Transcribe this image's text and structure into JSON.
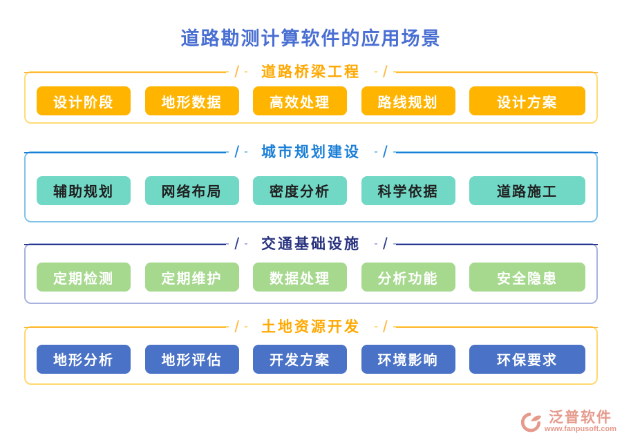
{
  "page": {
    "title": "道路勘测计算软件的应用场景"
  },
  "theme": {
    "title_color": "#4a6fd3",
    "watermark_color": "#e59a8c",
    "background": "#ffffff"
  },
  "decor": {
    "slash": "/"
  },
  "sections": [
    {
      "label": "道路桥梁工程",
      "items": [
        "设计阶段",
        "地形数据",
        "高效处理",
        "路线规划",
        "设计方案"
      ],
      "colors": {
        "label": "#ffa800",
        "line": "#ffb83c",
        "border": "#ffdc78",
        "button": "#ffb400",
        "button_text": "#ffffff"
      }
    },
    {
      "label": "城市规划建设",
      "items": [
        "辅助规划",
        "网络布局",
        "密度分析",
        "科学依据",
        "道路施工"
      ],
      "colors": {
        "label": "#1b7fd6",
        "line": "#1b7fd6",
        "border": "#7fc3ea",
        "button": "#72d8c6",
        "button_text": "#1f1f1f"
      }
    },
    {
      "label": "交通基础设施",
      "items": [
        "定期检测",
        "定期维护",
        "数据处理",
        "分析功能",
        "安全隐患"
      ],
      "colors": {
        "label": "#27317e",
        "line": "#2b3a8c",
        "border": "#a9b2de",
        "button": "#a6d88e",
        "button_text": "#ffffff"
      }
    },
    {
      "label": "土地资源开发",
      "items": [
        "地形分析",
        "地形评估",
        "开发方案",
        "环境影响",
        "环保要求"
      ],
      "colors": {
        "label": "#ffa800",
        "line": "#ffb83c",
        "border": "#ffd96b",
        "button": "#4a72c6",
        "button_text": "#ffffff"
      }
    }
  ],
  "watermark": {
    "brand": "泛普软件",
    "url": "www.fanpusoft.com"
  }
}
